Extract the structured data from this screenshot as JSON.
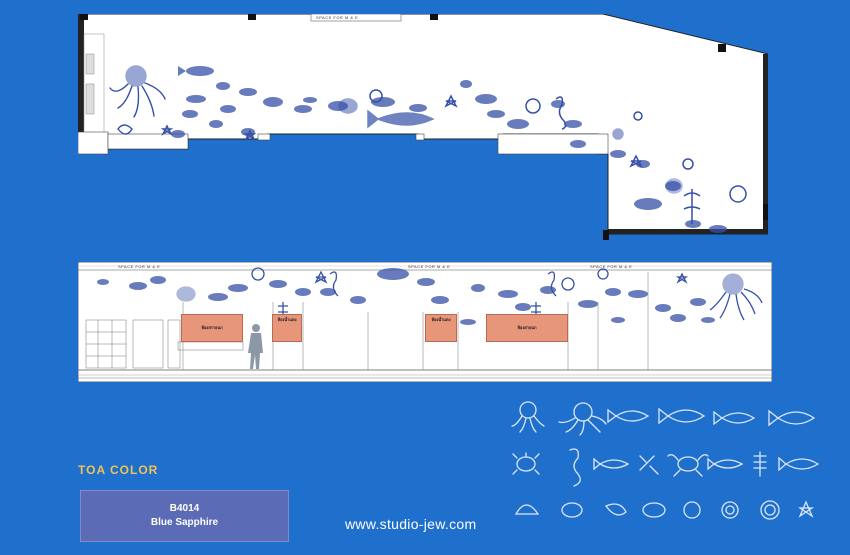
{
  "plan_top": {
    "space_label": "SPACE FOR M & E"
  },
  "elevation": {
    "space_labels": [
      "SPACE FOR M & E",
      "SPACE FOR M & E",
      "SPACE FOR M & E"
    ],
    "tags": [
      "ห้องสรายนก",
      "ห้องน้ำแดง",
      "ห้องน้ำแดง",
      "ห้องสายนก"
    ]
  },
  "palette": {
    "title": "TOA COLOR",
    "code": "B4014",
    "name": "Blue Sapphire",
    "swatch_color": "#5b6bb5"
  },
  "website": "www.studio-jew.com",
  "colors": {
    "background": "#1f6fcc",
    "ink": "#3550a8",
    "accent": "#f0c25a"
  }
}
